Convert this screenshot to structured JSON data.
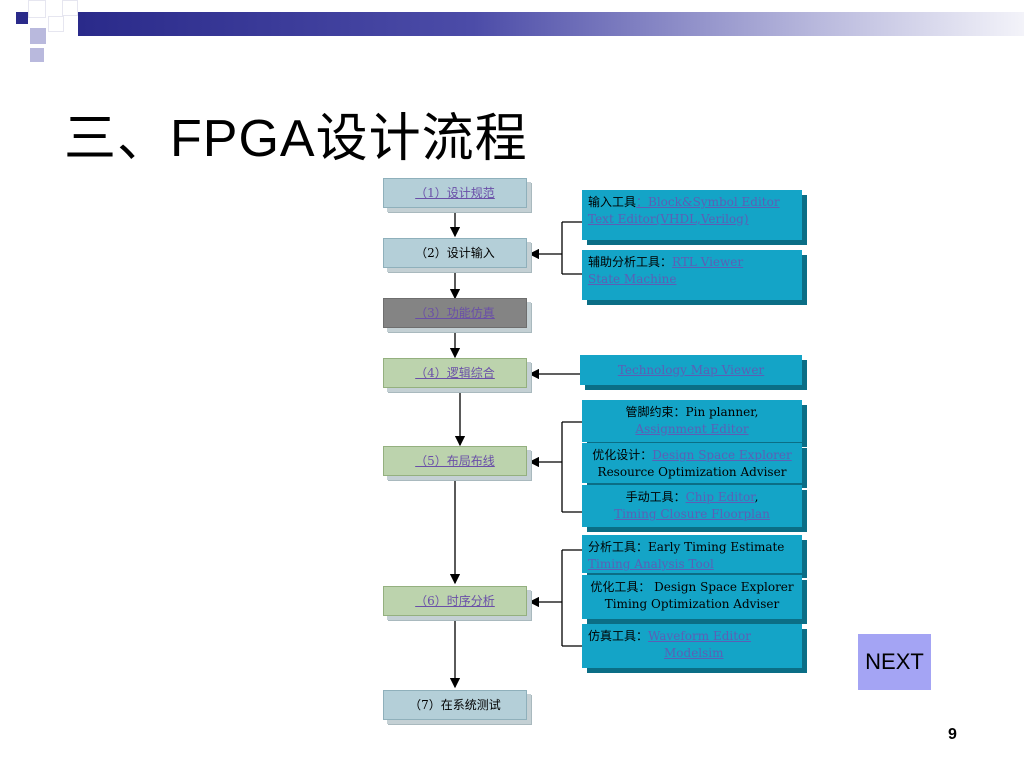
{
  "slide": {
    "title_prefix": "三、",
    "title_fpga": "FPGA",
    "title_suffix": "设计流程",
    "next_label": "NEXT",
    "page_number": "9"
  },
  "steps": [
    {
      "label": "（1）设计规范",
      "style": "blue",
      "is_link": true
    },
    {
      "label": "（2）设计输入",
      "style": "blue",
      "is_link": false
    },
    {
      "label": "（3）功能仿真",
      "style": "gray",
      "is_link": true
    },
    {
      "label": "（4）逻辑综合",
      "style": "green",
      "is_link": true
    },
    {
      "label": "（5）布局布线",
      "style": "green",
      "is_link": true
    },
    {
      "label": "（6）时序分析",
      "style": "green",
      "is_link": true
    },
    {
      "label": "（7）在系统测试",
      "style": "blue",
      "is_link": false
    }
  ],
  "tools": {
    "input": {
      "prefix": "输入工具",
      "link1": "：Block&Symbol Editor",
      "link2": "Text Editor(VHDL,Verilog)"
    },
    "assist": {
      "prefix": "辅助分析工具：",
      "link1": "RTL Viewer",
      "link2": "State Machine"
    },
    "techmap": {
      "link": "Technology Map Viewer"
    },
    "pin": {
      "prefix": "管脚约束：Pin planner,",
      "link": "Assignment Editor"
    },
    "optimize_design": {
      "prefix": "优化设计：",
      "link": "Design Space Explorer",
      "text2": "Resource Optimization Adviser"
    },
    "manual": {
      "prefix": "手动工具：",
      "link1": "Chip Editor",
      "comma": ",",
      "link2": "Timing Closure Floorplan"
    },
    "analysis": {
      "prefix": "分析工具：Early Timing Estimate",
      "link": "Timing Analysis Tool"
    },
    "optimize_timing": {
      "prefix": "优化工具： Design Space Explorer",
      "text2": "Timing Optimization Adviser"
    },
    "simulation": {
      "prefix": "仿真工具：",
      "link1": "Waveform Editor",
      "link2": "Modelsim"
    }
  }
}
